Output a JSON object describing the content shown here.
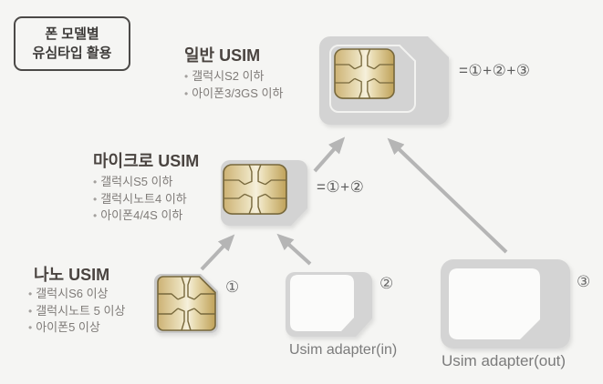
{
  "badge": {
    "line1": "폰 모델별",
    "line2": "유심타입 활용"
  },
  "regular": {
    "title": "일반 USIM",
    "bullets": [
      "갤럭시S2 이하",
      "아이폰3/3GS 이하"
    ],
    "formula": "=①+②+③"
  },
  "micro": {
    "title": "마이크로 USIM",
    "bullets": [
      "갤럭시S5 이하",
      "갤럭시노트4 이하",
      "아이폰4/4S 이하"
    ],
    "formula": "=①+②"
  },
  "nano": {
    "title": "나노 USIM",
    "bullets": [
      "갤럭시S6 이상",
      "갤럭시노트 5 이상",
      "아이폰5 이상"
    ],
    "number": "①"
  },
  "adapter_in": {
    "label": "Usim adapter(in)",
    "number": "②"
  },
  "adapter_out": {
    "label": "Usim adapter(out)",
    "number": "③"
  },
  "colors": {
    "background": "#f5f5f3",
    "sim_body_gray": "#d3d3d3",
    "hole_white": "#fbfbfa",
    "chip_gold": "#d9c488",
    "chip_line": "#77683c",
    "arrow": "#b5b5b5",
    "heading_text": "#4a4440",
    "bullet_text": "#7f7b78",
    "badge_border": "#4b4947"
  }
}
